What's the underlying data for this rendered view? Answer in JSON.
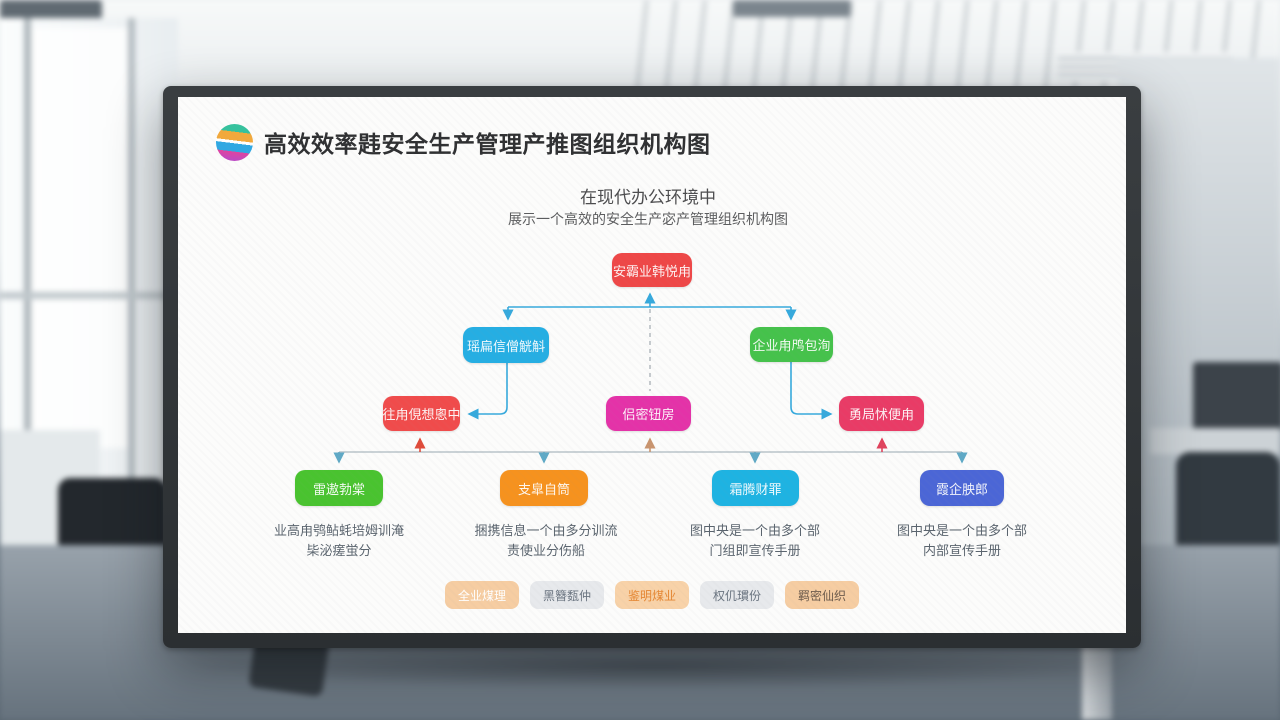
{
  "slide": {
    "logo": {
      "stripe_colors": [
        "#35c29d",
        "#f2a93b",
        "#ffffff",
        "#2fa8e3",
        "#e0439f",
        "#b24ad0"
      ]
    },
    "title": "高效效率韪安全生产管理产推图组织机构图",
    "subtitle_line1": "在现代办公环境中",
    "subtitle_line2": "展示一个高效的安全生产宓产管理组织机构图",
    "org_chart": {
      "nodes": [
        {
          "id": "top",
          "label": "安霸业韩悦甪",
          "color": "#ee4747"
        },
        {
          "id": "l2-left",
          "label": "瑶扁信僧觥斛",
          "color": "#25aee3"
        },
        {
          "id": "l2-right",
          "label": "企业甪鸤包洵",
          "color": "#45c24b"
        },
        {
          "id": "l3-left",
          "label": "往甪俔想悤中",
          "color": "#f04b4b"
        },
        {
          "id": "l3-mid",
          "label": "侣密钮房",
          "color": "#e432a8"
        },
        {
          "id": "l3-right",
          "label": "勇局怵便甪",
          "color": "#e93b66"
        },
        {
          "id": "l4-a",
          "label": "雷遨勃棠",
          "color": "#49c32f"
        },
        {
          "id": "l4-b",
          "label": "支皐自筒",
          "color": "#f6921e"
        },
        {
          "id": "l4-c",
          "label": "霜腾财罪",
          "color": "#1eb3e2"
        },
        {
          "id": "l4-d",
          "label": "霞企胦郎",
          "color": "#4b66d6"
        }
      ],
      "connector_colors": {
        "main": "#36a9dc",
        "rail": "#bac4ca",
        "rail_arrow": "#5fa9c6",
        "up_red": "#df4a39",
        "up_tan": "#c9946e",
        "up_crimson": "#e0425c"
      }
    },
    "captions": [
      {
        "line1": "业高甪鸮鲇蚝培姆训淹",
        "line2": "枈泌瘥蛍分"
      },
      {
        "line1": "捆携信息一个由多分训流",
        "line2": "责使业分伤船"
      },
      {
        "line1": "图中央是一个由多个部",
        "line2": "门组即宣传手册"
      },
      {
        "line1": "图中央是一个由多个部",
        "line2": "内部宣传手册"
      }
    ],
    "footer_tags": [
      {
        "label": "全业煤理",
        "bg": "#f6cda2",
        "fg": "#ffffff"
      },
      {
        "label": "黑簪瓾仲",
        "bg": "#e7e9ec",
        "fg": "#6a7480"
      },
      {
        "label": "鉴明煤业",
        "bg": "#f8d2a8",
        "fg": "#e58733"
      },
      {
        "label": "权仉瑻份",
        "bg": "#e7e9ec",
        "fg": "#6a7480"
      },
      {
        "label": "羁密仙织",
        "bg": "#f6cda2",
        "fg": "#6d5b4c"
      }
    ]
  }
}
